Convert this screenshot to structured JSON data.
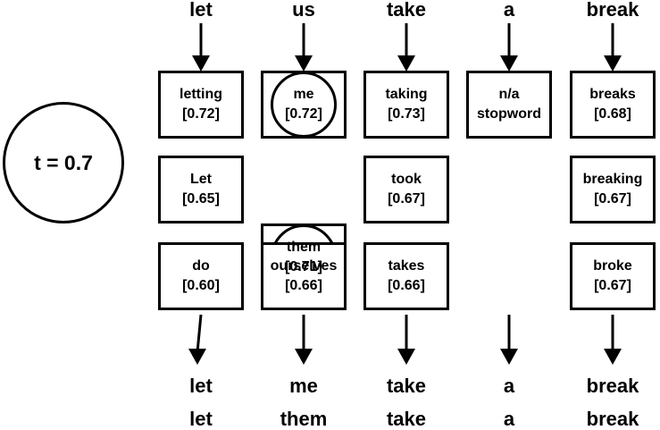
{
  "threshold_label": "t = 0.7",
  "input_words": [
    "let",
    "us",
    "take",
    "a",
    "break"
  ],
  "columns": [
    {
      "candidates": [
        {
          "word": "letting",
          "score": "[0.72]",
          "selected": false
        },
        {
          "word": "Let",
          "score": "[0.65]",
          "selected": false
        },
        {
          "word": "do",
          "score": "[0.60]",
          "selected": false
        }
      ]
    },
    {
      "candidates": [
        {
          "word": "me",
          "score": "[0.72]",
          "selected": true
        },
        {
          "word": "them",
          "score": "[0.71]",
          "selected": true
        },
        {
          "word": "ourselves",
          "score": "[0.66]",
          "selected": false
        }
      ]
    },
    {
      "candidates": [
        {
          "word": "taking",
          "score": "[0.73]",
          "selected": false
        },
        {
          "word": "took",
          "score": "[0.67]",
          "selected": false
        },
        {
          "word": "takes",
          "score": "[0.66]",
          "selected": false
        }
      ]
    },
    {
      "candidates": [
        {
          "word": "n/a",
          "score": "stopword",
          "selected": false
        }
      ]
    },
    {
      "candidates": [
        {
          "word": "breaks",
          "score": "[0.68]",
          "selected": false
        },
        {
          "word": "breaking",
          "score": "[0.67]",
          "selected": false
        },
        {
          "word": "broke",
          "score": "[0.67]",
          "selected": false
        }
      ]
    }
  ],
  "output_sentences": [
    [
      "let",
      "me",
      "take",
      "a",
      "break"
    ],
    [
      "let",
      "them",
      "take",
      "a",
      "break"
    ]
  ]
}
